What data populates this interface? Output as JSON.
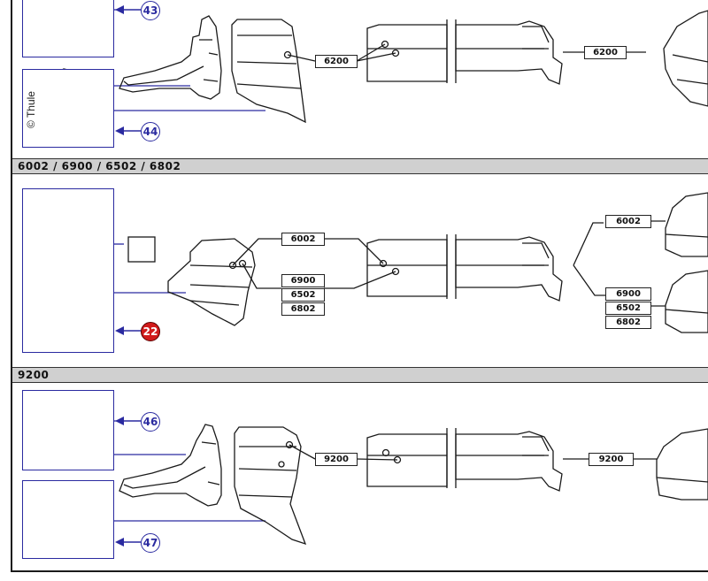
{
  "sections": [
    {
      "label": "6002 / 6900 / 6502 / 6802"
    },
    {
      "label": "9200"
    }
  ],
  "copyright": "© Thule",
  "callouts": {
    "c43": "43",
    "c44": "44",
    "c22": "22",
    "c46": "46",
    "c47": "47"
  },
  "codes": {
    "top_left": "6200",
    "top_right": "6200",
    "mid_left_single": "6002",
    "mid_left_group": [
      "6900",
      "6502",
      "6802"
    ],
    "mid_right_single": "6002",
    "mid_right_group": [
      "6900",
      "6502",
      "6802"
    ],
    "bot_left": "9200",
    "bot_right": "9200"
  },
  "colors": {
    "callout_blue": "#2a2aa0",
    "callout_red": "#d11a1a",
    "section_bar": "#d0d0d0"
  }
}
